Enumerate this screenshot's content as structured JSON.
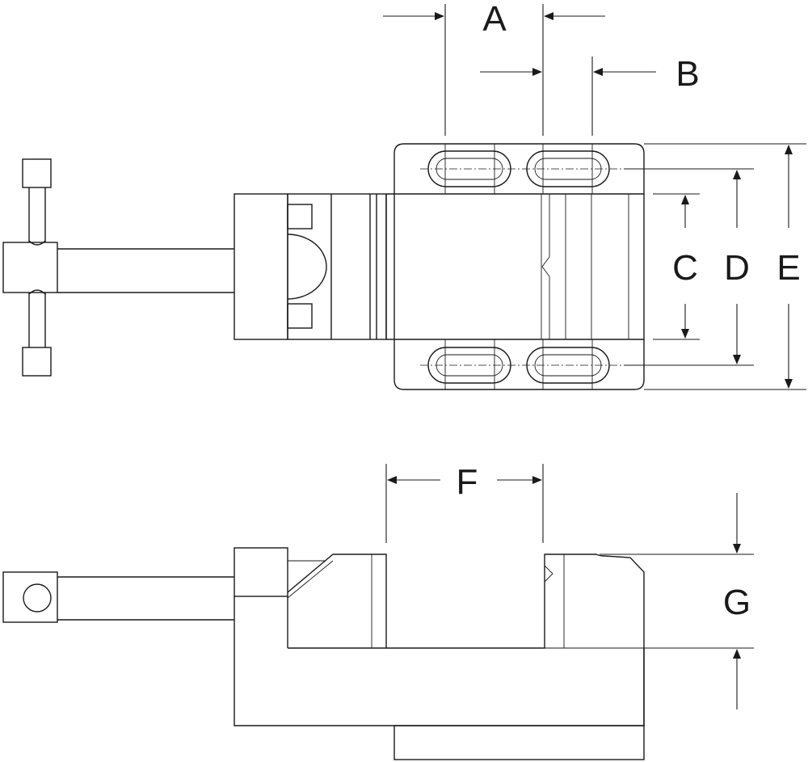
{
  "drawing": {
    "views": [
      "top-view",
      "side-view"
    ],
    "dimensions": [
      {
        "key": "a",
        "label": "A"
      },
      {
        "key": "b",
        "label": "B"
      },
      {
        "key": "c",
        "label": "C"
      },
      {
        "key": "d",
        "label": "D"
      },
      {
        "key": "e",
        "label": "E"
      },
      {
        "key": "f",
        "label": "F"
      },
      {
        "key": "g",
        "label": "G"
      }
    ]
  }
}
